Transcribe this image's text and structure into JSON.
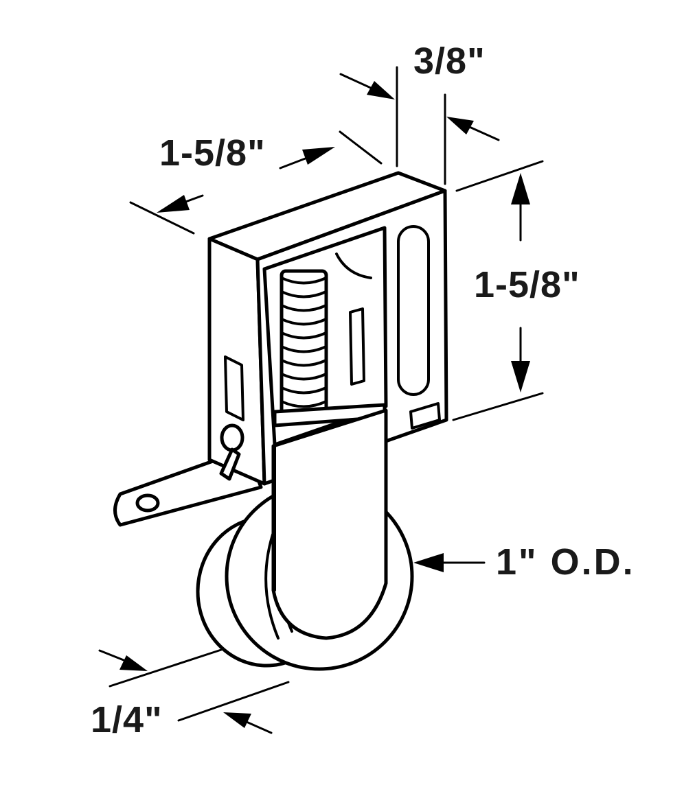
{
  "dimensions": {
    "width": "1-5/8\"",
    "depth": "3/8\"",
    "height": "1-5/8\"",
    "wheel_od": "1\" O.D.",
    "wheel_width": "1/4\""
  },
  "colors": {
    "line": "#000000",
    "text": "#1a1a1a",
    "background": "#ffffff"
  }
}
